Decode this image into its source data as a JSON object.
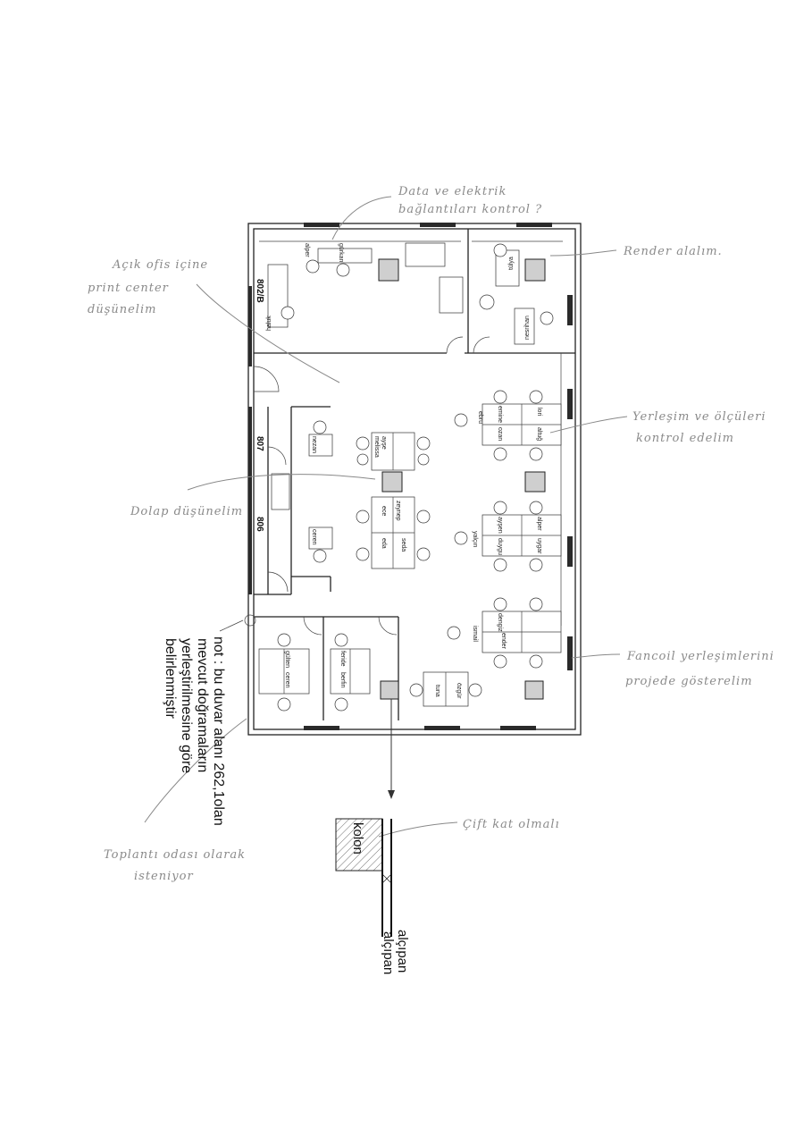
{
  "annotations": {
    "data_electric": [
      "Data ve elektrik",
      "bağlantıları kontrol ?"
    ],
    "render": "Render alalım.",
    "open_office": [
      "Açık ofis içine",
      "print center",
      "düşünelim"
    ],
    "layout_check": [
      "Yerleşim ve ölçüleri",
      "kontrol edelim"
    ],
    "cabinet": "Dolap düşünelim",
    "fancoil": [
      "Fancoil yerleşimlerini",
      "projede gösterelim"
    ],
    "meeting": [
      "Toplantı odası olarak",
      "isteniyor"
    ],
    "double_layer": "Çift kat olmalı"
  },
  "note": [
    "not : bu duvar alanı 262,1olan",
    "mevcut doğramaların",
    "yerleştirilmesine göre",
    "belirlenmiştir"
  ],
  "detail": {
    "column": "kolon",
    "wall1": "alçıpan",
    "wall2": "alçıpan"
  },
  "rooms": {
    "r1": "802/B",
    "r2": "807",
    "r3": "806"
  },
  "names": {
    "alper1": "alper",
    "gurkan": "gürkan",
    "haluk": "haluk",
    "tulya": "tülya",
    "nesrihan": "nesrihan",
    "ebru": "ebru",
    "emine": "emine",
    "ozan": "ozan",
    "lori": "lori",
    "altug": "altuğ",
    "melissa": "melissa",
    "ayse": "ayşe",
    "nezan": "nezan",
    "zeynep": "zeynep",
    "ece": "ece",
    "eda": "eda",
    "seda": "seda",
    "ceren": "ceren",
    "yalcin": "yalçın",
    "aysen": "ayşen",
    "duygu": "duygu",
    "alper2": "alper",
    "uygar": "uygar",
    "dengiz": "dengiz",
    "ismail": "ismail",
    "ender": "ender",
    "tuna": "tuna",
    "ozgur": "özgür",
    "gulten": "gülten",
    "ceren2": "ceren",
    "feride": "feride",
    "berfin": "berfin"
  }
}
